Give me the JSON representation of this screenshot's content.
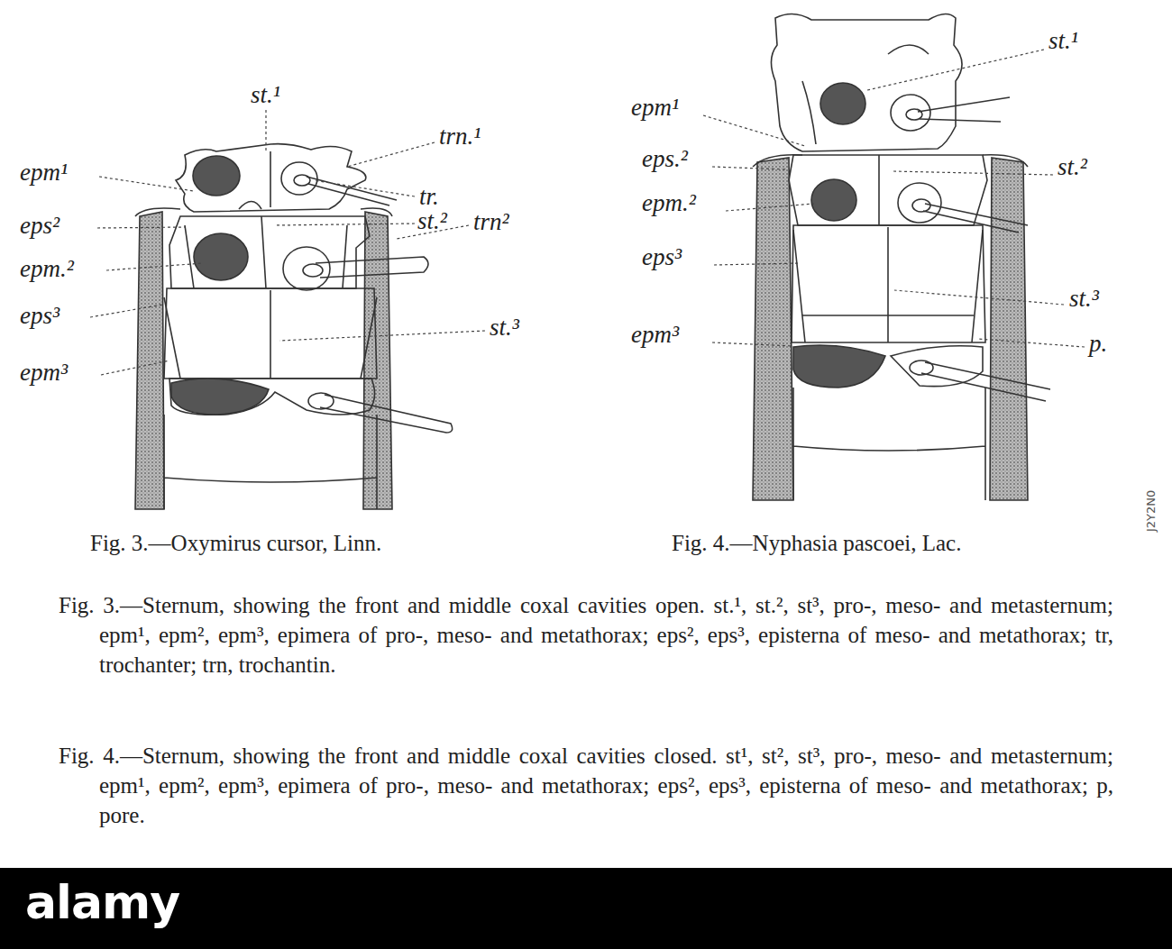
{
  "diagram": {
    "labels": [
      "st.¹",
      "trn.¹",
      "epm¹",
      "tr.",
      "eps²",
      "st.²",
      "trn²",
      "epm.²",
      "eps³",
      "st.³",
      "epm³",
      "st.¹",
      "epm¹",
      "eps.²",
      "st.²",
      "epm.²",
      "eps³",
      "st.³",
      "epm³",
      "p.",
      "Fig. 3.—Oxymirus cursor, Linn.",
      "Fig. 4.—Nyphasia pascoei, Lac.",
      "Fig. 3.—Sternum, showing the front and middle coxal cavities open. st.¹, st.², st³, pro-, meso- and metasternum; epm¹, epm², epm³, epimera of pro-, meso- and metathorax; eps², eps³, episterna of meso- and metathorax; tr, trochanter; trn, trochantin.",
      "Fig. 4.—Sternum, showing the front and middle coxal cavities closed. st¹, st², st³, pro-, meso- and metasternum; epm¹, epm², epm³, epimera of pro-, meso- and metathorax; eps², eps³, episterna of meso- and metathorax; p, pore.",
      "alamy",
      "J2Y2N0"
    ]
  }
}
